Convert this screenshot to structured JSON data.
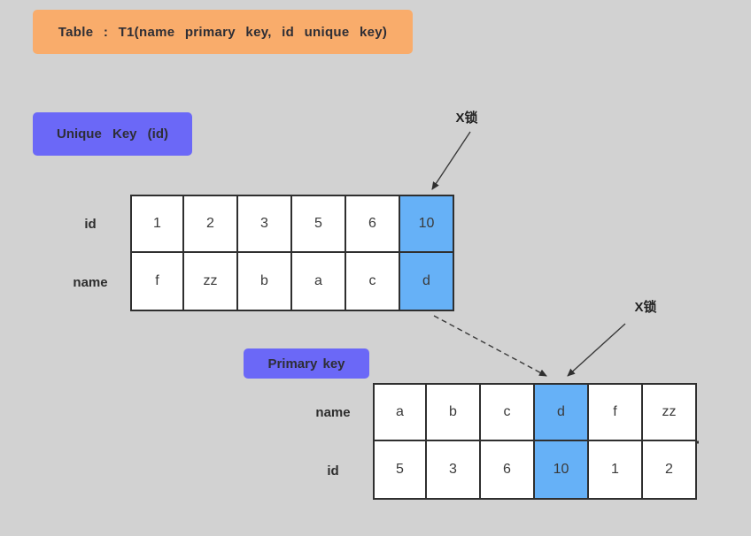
{
  "colors": {
    "background": "#d2d2d2",
    "title_badge": "#f9ac6b",
    "key_badge": "#6b68f7",
    "highlight_cell": "#66b1f7",
    "table_border": "#2f2f2f",
    "text": "#2e2e35"
  },
  "title": {
    "label": "Table : T1(name primary key, id unique key)"
  },
  "labels": {
    "unique_key": "Unique Key (id)",
    "primary_key": "Primary key",
    "x_lock_top": "X锁",
    "x_lock_bottom": "X锁"
  },
  "unique_key_table": {
    "highlighted_column": 5,
    "rows": [
      {
        "label": "id",
        "cells": [
          "1",
          "2",
          "3",
          "5",
          "6",
          "10"
        ]
      },
      {
        "label": "name",
        "cells": [
          "f",
          "zz",
          "b",
          "a",
          "c",
          "d"
        ]
      }
    ]
  },
  "primary_key_table": {
    "highlighted_column": 3,
    "rows": [
      {
        "label": "name",
        "cells": [
          "a",
          "b",
          "c",
          "d",
          "f",
          "zz"
        ]
      },
      {
        "label": "id",
        "cells": [
          "5",
          "3",
          "6",
          "10",
          "1",
          "2"
        ]
      }
    ]
  }
}
